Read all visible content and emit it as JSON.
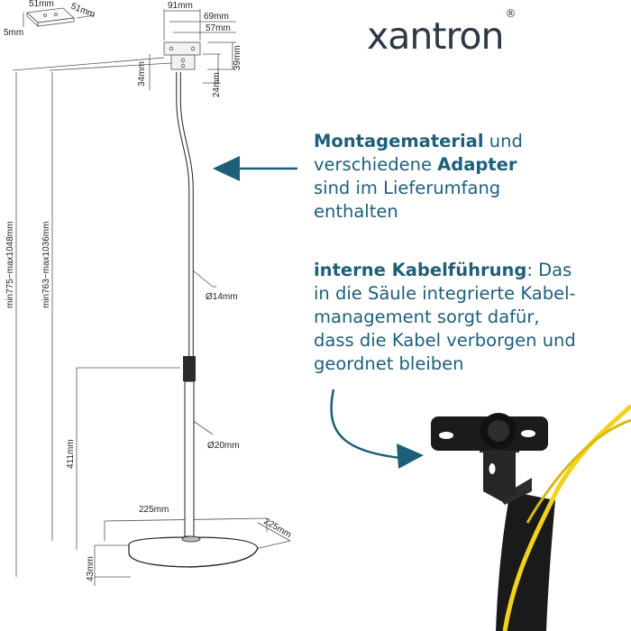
{
  "brand": {
    "name": "xantron",
    "mark": "®"
  },
  "callout_1": {
    "bold_a": "Montagematerial",
    "text_a": " und",
    "text_b": "verschiedene ",
    "bold_b": "Adapter",
    "text_c": "sind im Lieferumfang",
    "text_d": "enthalten"
  },
  "callout_2": {
    "bold_a": "interne Kabelführung",
    "text_a": ": Das",
    "text_b": "in die Säule integrierte Kabel-",
    "text_c": "management sorgt dafür,",
    "text_d": "dass die Kabel verborgen und",
    "text_e": "geordnet bleiben"
  },
  "dimensions": {
    "plate_width": "51mm",
    "plate_depth": "51mm",
    "plate_thickness": "5mm",
    "bracket_91": "91mm",
    "bracket_69": "69mm",
    "bracket_57": "57mm",
    "bracket_39": "39mm",
    "bracket_34": "34mm",
    "bracket_24": "24mm",
    "total_height": "min775~max1048mm",
    "pole_height": "min763~max1036mm",
    "upper_diameter": "Ø14mm",
    "lower_diameter": "Ø20mm",
    "lower_height": "411mm",
    "base_width": "225mm",
    "base_depth": "225mm",
    "base_height": "43mm"
  },
  "colors": {
    "accent": "#1d5f7a",
    "cable": "#f2d21b",
    "metal": "#1a1a1a"
  }
}
